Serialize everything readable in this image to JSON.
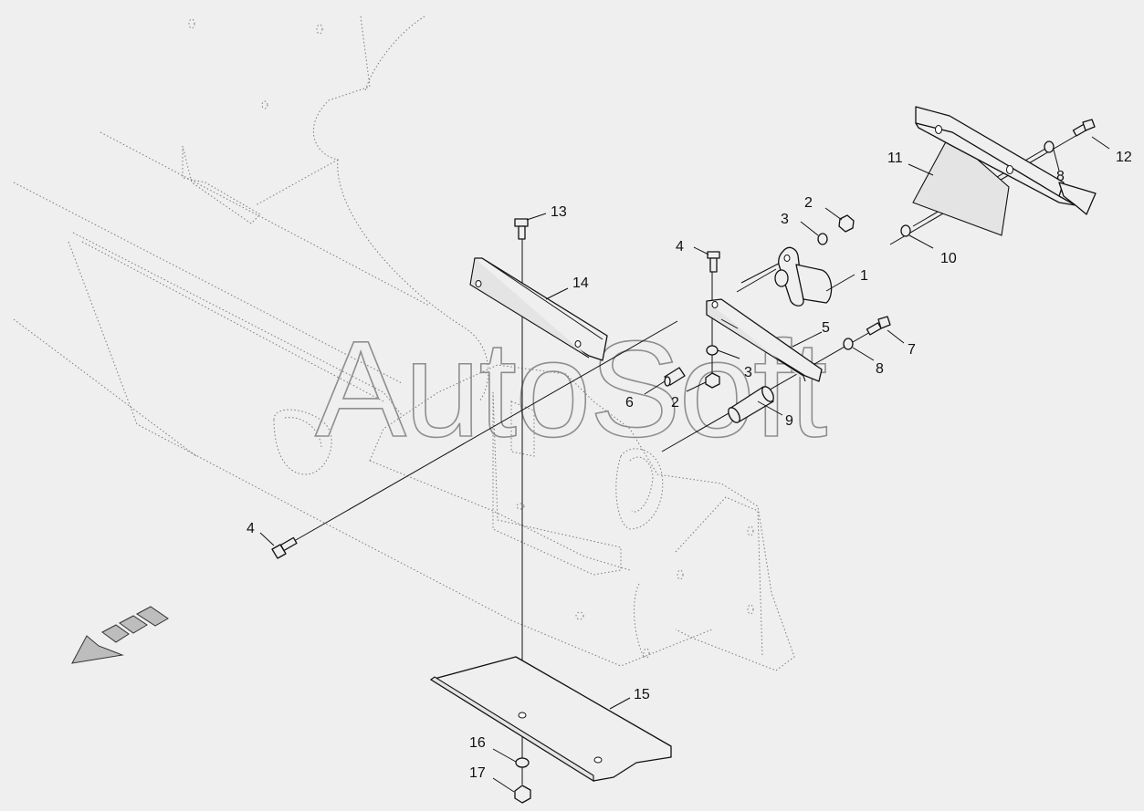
{
  "callouts": {
    "c1": "1",
    "c2a": "2",
    "c2b": "2",
    "c3a": "3",
    "c3b": "3",
    "c4a": "4",
    "c4b": "4",
    "c5": "5",
    "c6": "6",
    "c7": "7",
    "c8a": "8",
    "c8b": "8",
    "c9": "9",
    "c10": "10",
    "c11": "11",
    "c12": "12",
    "c13": "13",
    "c14": "14",
    "c15": "15",
    "c16": "16",
    "c17": "17"
  },
  "watermark": "AutoSoft",
  "icons": {
    "direction": "front-direction-arrow-icon"
  },
  "colors": {
    "background": "#efefef",
    "line": "#111111",
    "ghost_line": "#7a7a7a",
    "watermark": "#8e8e8e"
  }
}
